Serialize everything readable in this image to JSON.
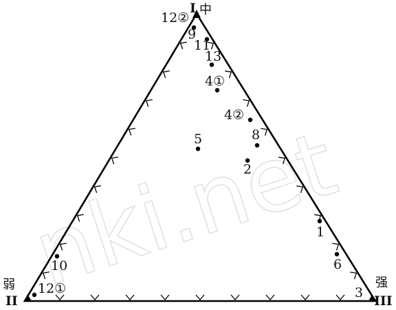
{
  "diagram": {
    "vertices": {
      "top": {
        "numeral": "I",
        "label": "中"
      },
      "left": {
        "numeral": "II",
        "label": "弱"
      },
      "right": {
        "numeral": "III",
        "label": "强"
      }
    },
    "points": [
      {
        "id": "p12-2",
        "label": "12②"
      },
      {
        "id": "p9",
        "label": "9"
      },
      {
        "id": "p11",
        "label": "11"
      },
      {
        "id": "p13",
        "label": "13"
      },
      {
        "id": "p4-1",
        "label": "4①"
      },
      {
        "id": "p4-2",
        "label": "4②"
      },
      {
        "id": "p8",
        "label": "8"
      },
      {
        "id": "p5",
        "label": "5"
      },
      {
        "id": "p2",
        "label": "2"
      },
      {
        "id": "p1",
        "label": "1"
      },
      {
        "id": "p6",
        "label": "6"
      },
      {
        "id": "p3",
        "label": "3"
      },
      {
        "id": "p10",
        "label": "10"
      },
      {
        "id": "p12-1",
        "label": "12①"
      }
    ],
    "watermark": "nki.net"
  }
}
